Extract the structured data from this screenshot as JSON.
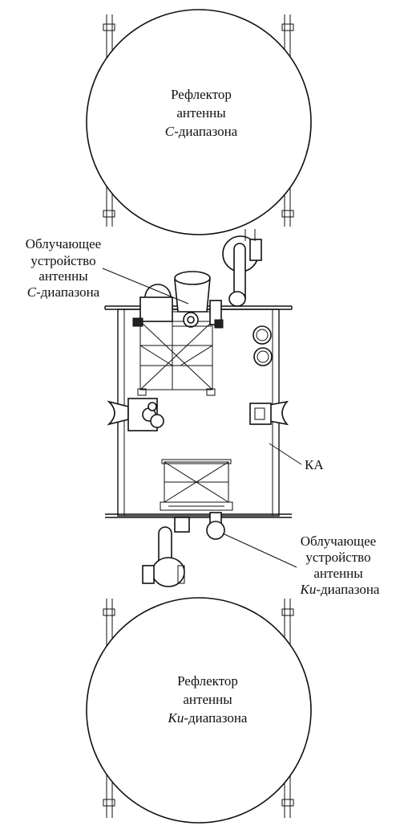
{
  "labels": {
    "c_reflector": {
      "line1": "Рефлектор",
      "line2": "антенны",
      "line3_italic": "C",
      "line3_rest": "-диапазона"
    },
    "c_feed": {
      "line1": "Облучающее",
      "line2": "устройство",
      "line3": "антенны",
      "line4_italic": "C",
      "line4_rest": "-диапазона"
    },
    "spacecraft": "КА",
    "ku_feed": {
      "line1": "Облучающее",
      "line2": "устройство",
      "line3": "антенны",
      "line4_italic": "Ku",
      "line4_rest": "-диапазона"
    },
    "ku_reflector": {
      "line1": "Рефлектор",
      "line2": "антенны",
      "line3_italic": "Ku",
      "line3_rest": "-диапазона"
    }
  },
  "colors": {
    "stroke": "#111111",
    "background": "#ffffff"
  }
}
